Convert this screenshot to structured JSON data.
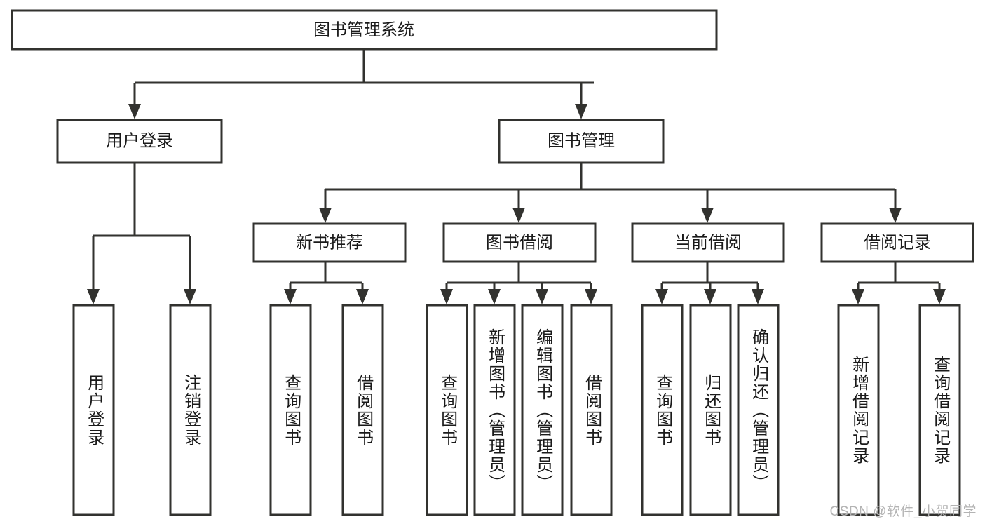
{
  "diagram": {
    "type": "tree",
    "orientation": "top-down",
    "root": {
      "id": "root",
      "label": "图书管理系统"
    },
    "level1": [
      {
        "id": "user-login",
        "label": "用户登录"
      },
      {
        "id": "book-management",
        "label": "图书管理"
      }
    ],
    "level2": [
      {
        "id": "new-book-recommend",
        "label": "新书推荐",
        "parent": "book-management"
      },
      {
        "id": "book-borrow",
        "label": "图书借阅",
        "parent": "book-management"
      },
      {
        "id": "current-borrow",
        "label": "当前借阅",
        "parent": "book-management"
      },
      {
        "id": "borrow-record",
        "label": "借阅记录",
        "parent": "book-management"
      }
    ],
    "leaves": {
      "user-login": [
        {
          "id": "leaf-user-login",
          "label": "用户登录"
        },
        {
          "id": "leaf-user-logout",
          "label": "注销登录"
        }
      ],
      "new-book-recommend": [
        {
          "id": "leaf-query-book-1",
          "label": "查询图书"
        },
        {
          "id": "leaf-borrow-book-1",
          "label": "借阅图书"
        }
      ],
      "book-borrow": [
        {
          "id": "leaf-query-book-2",
          "label": "查询图书"
        },
        {
          "id": "leaf-add-book",
          "label": "新增图书（管理员）"
        },
        {
          "id": "leaf-edit-book",
          "label": "编辑图书（管理员）"
        },
        {
          "id": "leaf-borrow-book-2",
          "label": "借阅图书"
        }
      ],
      "current-borrow": [
        {
          "id": "leaf-query-book-3",
          "label": "查询图书"
        },
        {
          "id": "leaf-return-book",
          "label": "归还图书"
        },
        {
          "id": "leaf-confirm-return",
          "label": "确认归还（管理员）"
        }
      ],
      "borrow-record": [
        {
          "id": "leaf-add-record",
          "label": "新增借阅记录"
        },
        {
          "id": "leaf-query-record",
          "label": "查询借阅记录"
        }
      ]
    },
    "colors": {
      "box_stroke": "#32322f",
      "box_fill": "#ffffff",
      "text": "#1a1a1a",
      "connector": "#32322f",
      "background": "#ffffff",
      "watermark": "#b3b3b3"
    }
  },
  "watermark": {
    "text": "CSDN @软件_小贺同学"
  }
}
